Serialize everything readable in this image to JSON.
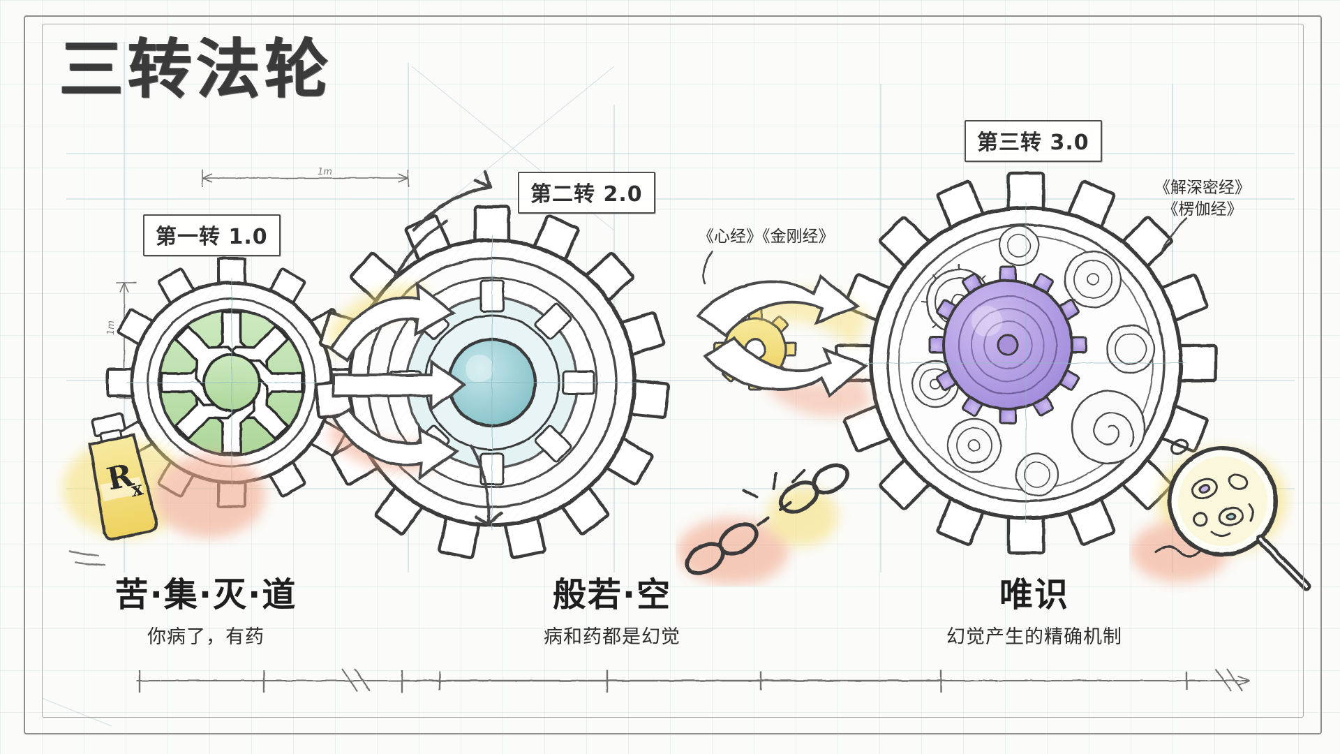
{
  "page": {
    "title": "三转法轮",
    "background_color": "#fbfbf9",
    "border_color": "#8d8d8a",
    "grid_color": "#78aab4"
  },
  "dimensions": {
    "top_label": "1m",
    "left_label": "1m"
  },
  "stages": [
    {
      "id": "stage-1",
      "label": "第一转 1.0",
      "heading": "苦·集·灭·道",
      "subtitle": "你病了，有药",
      "sutras": "",
      "gear_color": "#bfe3ae",
      "gear_name": "simple-spoked-gear",
      "icon": "rx-medicine-bottle-icon",
      "icon_label": "Rx"
    },
    {
      "id": "stage-2",
      "label": "第二转 2.0",
      "heading": "般若·空",
      "subtitle": "病和药都是幻觉",
      "sutras": "《心经》《金刚经》",
      "gear_color": "#9fd0d6",
      "gear_name": "concentric-ring-gear",
      "icon": "broken-chain-icon",
      "icon_label": ""
    },
    {
      "id": "stage-3",
      "label": "第三转 3.0",
      "heading": "唯识",
      "subtitle": "幻觉产生的精确机制",
      "sutras_line1": "《解深密经》",
      "sutras_line2": "《楞伽经》",
      "gear_color": "#b8a4e3",
      "gear_name": "clockwork-mechanism-gear",
      "icon": "magnifier-microbe-icon",
      "icon_label": ""
    }
  ],
  "arrows": [
    {
      "name": "arrow-stage1-to-stage2",
      "color": "#6b6b6b"
    },
    {
      "name": "arrow-stage2-to-stage3",
      "color": "#6b6b6b"
    }
  ],
  "accents": {
    "yellow": "#f6e07a",
    "peach": "#f2a98d",
    "green": "#bfe3ae",
    "teal": "#9fd0d6",
    "purple": "#b8a4e3",
    "pencil": "#3a3a3a"
  }
}
